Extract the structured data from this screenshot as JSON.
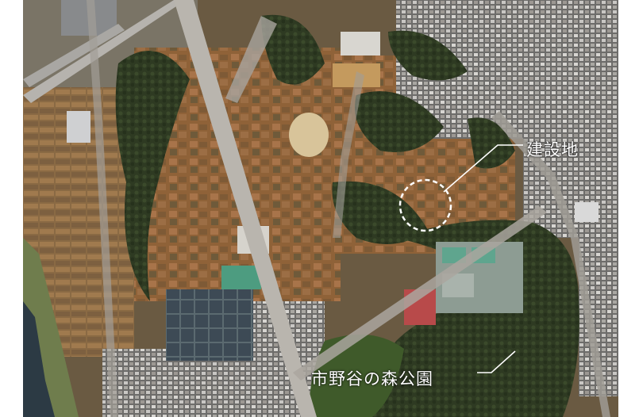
{
  "map": {
    "view": "satellite",
    "labels": {
      "site": "建設地",
      "park": "市野谷の森公園"
    },
    "colors": {
      "label_text": "#ffffff",
      "site_circle": "#ffffff",
      "forest": "#2f3a22",
      "field": "#9a6a3d"
    }
  }
}
